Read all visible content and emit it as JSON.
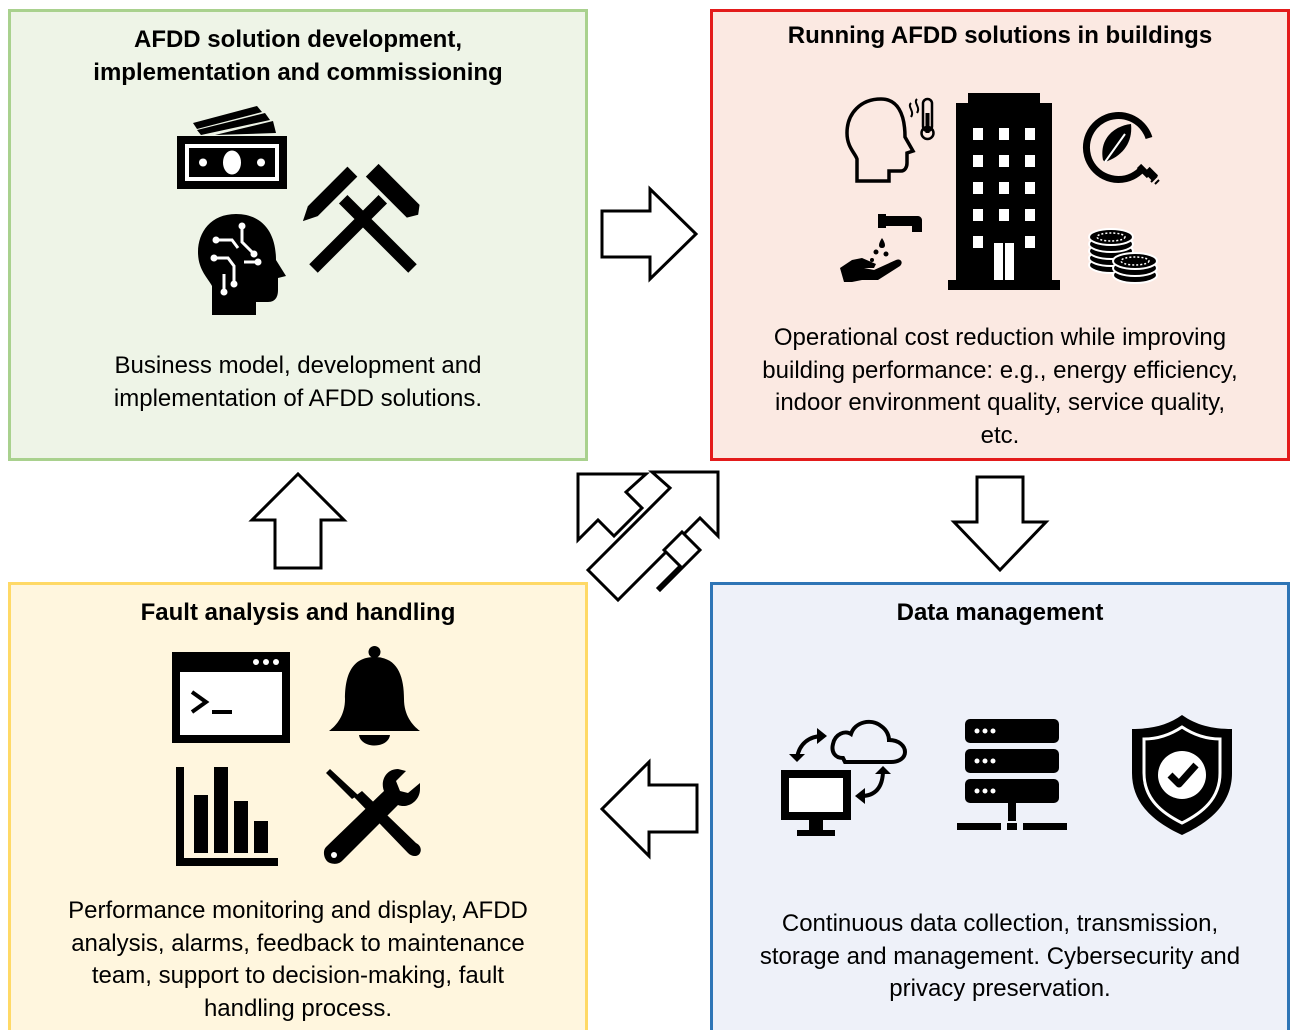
{
  "panels": {
    "development": {
      "title_line1": "AFDD solution development,",
      "title_line2": "implementation and commissioning",
      "desc_line1": "Business model, development and",
      "desc_line2": "implementation of AFDD solutions.",
      "icons": [
        "money-icon",
        "ai-head-icon",
        "hammers-icon"
      ],
      "border_color": "#a9d18e",
      "fill_color": "#eef4e7"
    },
    "running": {
      "title": "Running AFDD solutions in buildings",
      "desc_line1": "Operational cost reduction while improving",
      "desc_line2": "building performance: e.g., energy efficiency,",
      "desc_line3": "indoor environment quality, service quality,",
      "desc_line4": "etc.",
      "icons": [
        "comfort-head-icon",
        "building-icon",
        "green-energy-icon",
        "water-hand-icon",
        "coins-icon"
      ],
      "border_color": "#e31b1b",
      "fill_color": "#fbe9e2"
    },
    "fault": {
      "title": "Fault analysis and handling",
      "desc_line1": "Performance monitoring and display, AFDD",
      "desc_line2": "analysis, alarms, feedback to maintenance",
      "desc_line3": "team, support to decision-making, fault",
      "desc_line4": "handling process.",
      "icons": [
        "terminal-icon",
        "bell-icon",
        "bar-chart-icon",
        "tools-icon"
      ],
      "border_color": "#ffd966",
      "fill_color": "#fff6de"
    },
    "data": {
      "title": "Data management",
      "desc_line1": "Continuous data collection, transmission,",
      "desc_line2": "storage and management. Cybersecurity and",
      "desc_line3": "privacy preservation.",
      "icons": [
        "cloud-sync-icon",
        "server-icon",
        "shield-check-icon"
      ],
      "border_color": "#2e75b6",
      "fill_color": "#eef1f9"
    }
  },
  "arrows": [
    "arrow-dev-to-run",
    "arrow-run-to-data",
    "arrow-data-to-fault",
    "arrow-fault-to-dev",
    "arrow-double-diagonal"
  ]
}
